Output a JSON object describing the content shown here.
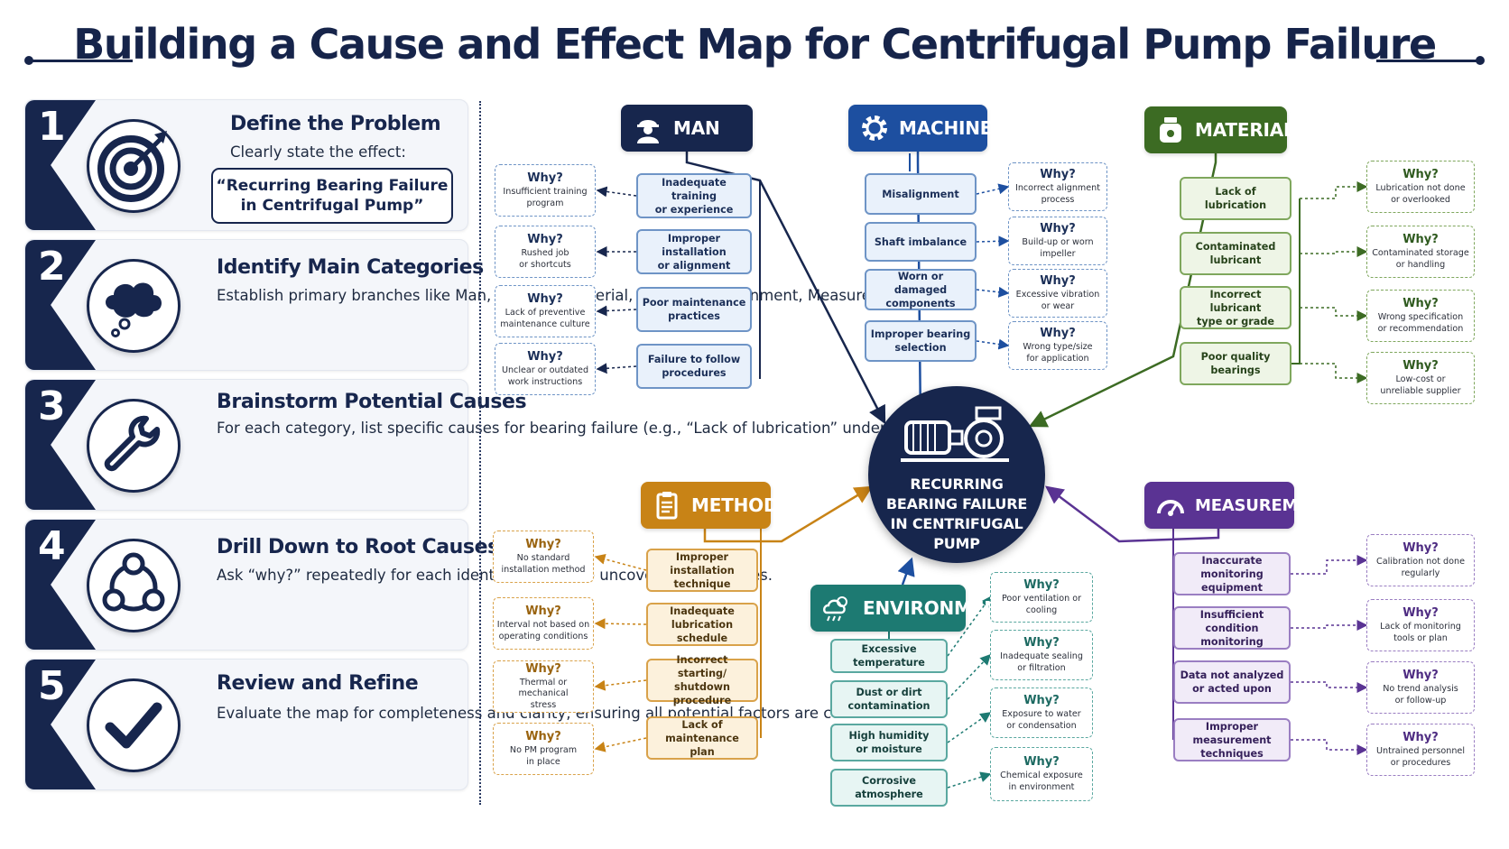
{
  "title": "Building a Cause and Effect Map for Centrifugal Pump Failure",
  "steps": [
    {
      "number": "1",
      "title": "Define the Problem",
      "desc": "Clearly state the effect:",
      "effect": "“Recurring Bearing Failure\nin Centrifugal Pump”",
      "icon": "target-icon"
    },
    {
      "number": "2",
      "title": "Identify Main Categories",
      "desc": "Establish primary branches like\nMan, Machine, Material, Method,\nEnvironment, Measurement.",
      "icon": "thought-cloud-icon"
    },
    {
      "number": "3",
      "title": "Brainstorm Potential Causes",
      "desc": "For each category, list specific\ncauses for bearing failure\n(e.g., “Lack of lubrication”\nunder Material).",
      "icon": "wrench-icon"
    },
    {
      "number": "4",
      "title": "Drill Down to Root Causes",
      "desc": "Ask “why?” repeatedly for each\nidentified cause to uncover\ndeeper issues.",
      "icon": "cycle-icon"
    },
    {
      "number": "5",
      "title": "Review and Refine",
      "desc": "Evaluate the map for completeness\nand clarity, ensuring all potential\nfactors are considered.",
      "icon": "checkmark-icon"
    }
  ],
  "center": {
    "label": "RECURRING\nBEARING FAILURE\nIN CENTRIFUGAL\nPUMP",
    "icon": "pump-icon"
  },
  "why_label": "Why?",
  "categories": {
    "man": {
      "label": "MAN",
      "color": "#17264d",
      "icon": "worker-icon",
      "causes": [
        "Inadequate training\nor experience",
        "Improper installation\nor alignment",
        "Poor maintenance\npractices",
        "Failure to follow\nprocedures"
      ],
      "whys": [
        "Insufficient training\nprogram",
        "Rushed job\nor shortcuts",
        "Lack of preventive\nmaintenance culture",
        "Unclear or outdated\nwork instructions"
      ]
    },
    "machine": {
      "label": "MACHINE",
      "color": "#1d4fa0",
      "icon": "gear-icon",
      "causes": [
        "Misalignment",
        "Shaft imbalance",
        "Worn or damaged\ncomponents",
        "Improper bearing\nselection"
      ],
      "whys": [
        "Incorrect alignment\nprocess",
        "Build-up or worn\nimpeller",
        "Excessive vibration\nor wear",
        "Wrong type/size\nfor application"
      ]
    },
    "material": {
      "label": "MATERIAL",
      "color": "#3c6b23",
      "icon": "container-icon",
      "causes": [
        "Lack of lubrication",
        "Contaminated\nlubricant",
        "Incorrect lubricant\ntype or grade",
        "Poor quality\nbearings"
      ],
      "whys": [
        "Lubrication not done\nor overlooked",
        "Contaminated storage\nor handling",
        "Wrong specification\nor recommendation",
        "Low-cost or\nunreliable supplier"
      ]
    },
    "method": {
      "label": "METHOD",
      "color": "#c88316",
      "icon": "clipboard-icon",
      "causes": [
        "Improper installation\ntechnique",
        "Inadequate\nlubrication schedule",
        "Incorrect starting/\nshutdown procedure",
        "Lack of maintenance\nplan"
      ],
      "whys": [
        "No standard\ninstallation method",
        "Interval not based on\noperating conditions",
        "Thermal or mechanical\nstress",
        "No PM program\nin place"
      ]
    },
    "environment": {
      "label": "ENVIRONMENT",
      "color": "#1d7a72",
      "icon": "weather-icon",
      "causes": [
        "Excessive temperature",
        "Dust or dirt\ncontamination",
        "High humidity\nor moisture",
        "Corrosive\natmosphere"
      ],
      "whys": [
        "Poor ventilation or\ncooling",
        "Inadequate sealing\nor filtration",
        "Exposure to water\nor condensation",
        "Chemical exposure\nin environment"
      ]
    },
    "measurement": {
      "label": "MEASUREMENT",
      "color": "#5a3393",
      "icon": "gauge-icon",
      "causes": [
        "Inaccurate monitoring\nequipment",
        "Insufficient\ncondition monitoring",
        "Data not analyzed\nor acted upon",
        "Improper measurement\ntechniques"
      ],
      "whys": [
        "Calibration not done\nregularly",
        "Lack of monitoring\ntools or plan",
        "No trend analysis\nor follow-up",
        "Untrained personnel\nor procedures"
      ]
    }
  }
}
